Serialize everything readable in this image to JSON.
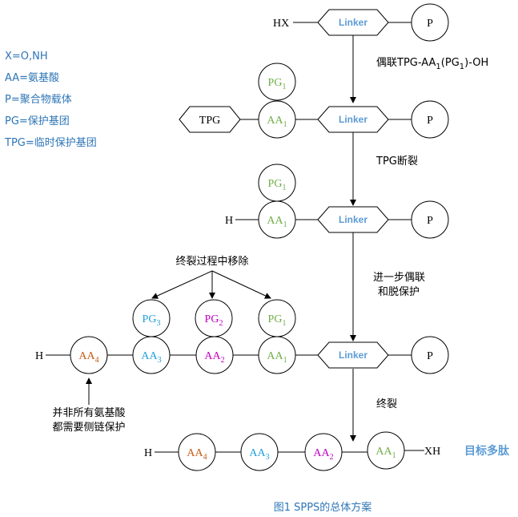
{
  "legend": {
    "line1": "X=O,NH",
    "line2": "AA=氨基酸",
    "line3": "P=聚合物载体",
    "line4": "PG=保护基团",
    "line5": "TPG=临时保护基团"
  },
  "labels": {
    "hx": "HX",
    "linker": "Linker",
    "p": "P",
    "tpg": "TPG",
    "h": "H",
    "xh": "XH",
    "aa": "AA",
    "pg": "PG",
    "sub1": "1",
    "sub2": "2",
    "sub3": "3",
    "sub4": "4"
  },
  "steps": {
    "coupling_pre": "偶联TPG-AA",
    "coupling_mid": "(PG",
    "coupling_post": ")-OH",
    "cleave_tpg": "TPG断裂",
    "further_line1": "进一步偶联",
    "further_line2": "和脱保护",
    "final_cleave": "终裂"
  },
  "annotations": {
    "removal": "终裂过程中移除",
    "side_chain_line1": "并非所有氨基酸",
    "side_chain_line2": "都需要侧链保护",
    "target_peptide": "目标多肽"
  },
  "figure_title": "图1 SPPS的总体方案",
  "colors": {
    "aa1": "#70ad47",
    "aa2": "#c000c0",
    "aa3": "#1fa0d8",
    "aa4": "#c55a11",
    "linker": "#5b9bd5",
    "legend": "#2e75b6"
  }
}
